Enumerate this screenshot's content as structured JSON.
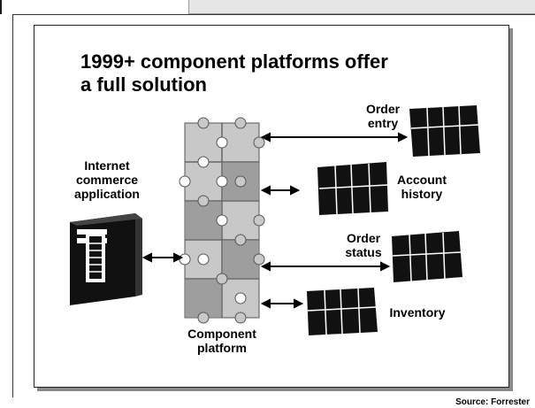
{
  "slide": {
    "title": "1999+ component platforms offer\na full solution"
  },
  "labels": {
    "internet_app": "Internet\ncommerce\napplication",
    "component_platform": "Component\nplatform",
    "order_entry": "Order\nentry",
    "account_history": "Account\nhistory",
    "order_status": "Order\nstatus",
    "inventory": "Inventory"
  },
  "source": "Source: Forrester",
  "colors": {
    "ink": "#000000",
    "puzzle_light": "#c8c8c8",
    "puzzle_dark": "#9e9e9e",
    "shadow": "#8a8a8a"
  }
}
